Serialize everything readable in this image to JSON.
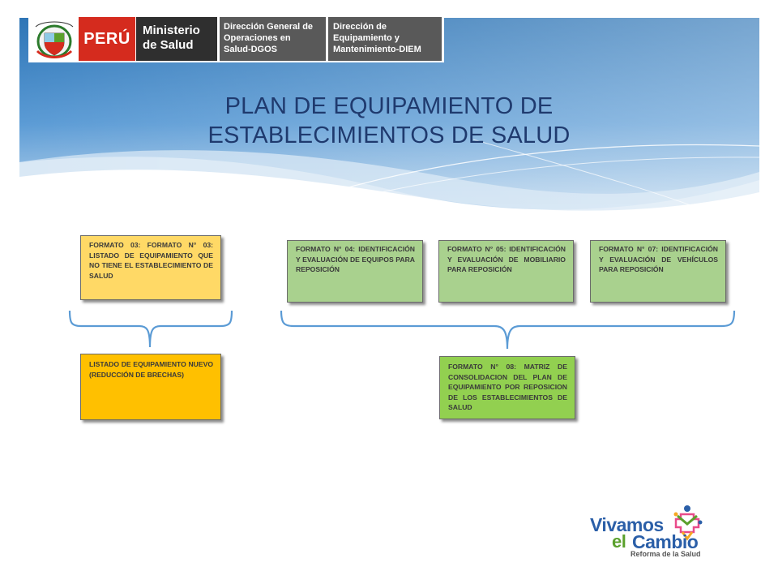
{
  "header": {
    "title_line1": "PLAN DE EQUIPAMIENTO DE",
    "title_line2": "ESTABLECIMIENTOS DE SALUD",
    "logos": {
      "country": "PERÚ",
      "ministry_line1": "Ministerio",
      "ministry_line2": "de Salud",
      "dgos_line1": "Dirección General de",
      "dgos_line2": "Operaciones en",
      "dgos_line3": "Salud-DGOS",
      "diem_line1": "Dirección de",
      "diem_line2": "Equipamiento y",
      "diem_line3": "Mantenimiento-DIEM"
    },
    "colors": {
      "band_top": "#2e75b6",
      "band_light": "#9dc3e6",
      "title": "#1f3a6e"
    }
  },
  "diagram": {
    "boxes": {
      "formato_03": "FORMATO 03: FORMATO N° 03: LISTADO DE EQUIPAMIENTO QUE NO TIENE EL ESTABLECIMIENTO DE SALUD",
      "formato_04": "FORMATO N° 04: IDENTIFICACIÓN Y EVALUACIÓN DE EQUIPOS PARA REPOSICIÓN",
      "formato_05": "FORMATO N° 05: IDENTIFICACIÓN Y EVALUACIÓN DE MOBILIARIO PARA REPOSICIÓN",
      "formato_07": "FORMATO N° 07: IDENTIFICACIÓN Y EVALUACIÓN DE VEHÍCULOS PARA REPOSICIÓN",
      "listado_nuevo": "LISTADO DE EQUIPAMIENTO NUEVO (REDUCCIÓN DE BRECHAS)",
      "formato_08": "FORMATO N° 08: MATRIZ DE CONSOLIDACION DEL PLAN DE EQUIPAMIENTO POR REPOSICION DE LOS ESTABLECIMIENTOS DE SALUD"
    },
    "colors": {
      "yellow_light": "#ffd966",
      "orange": "#ffc000",
      "green_light": "#a9d18e",
      "green": "#92d050",
      "bracket": "#5b9bd5"
    }
  },
  "footer_logo": {
    "line1": "Vivamos",
    "line2a": "el",
    "line2b": "Cambio",
    "tagline": "Reforma de la Salud"
  }
}
